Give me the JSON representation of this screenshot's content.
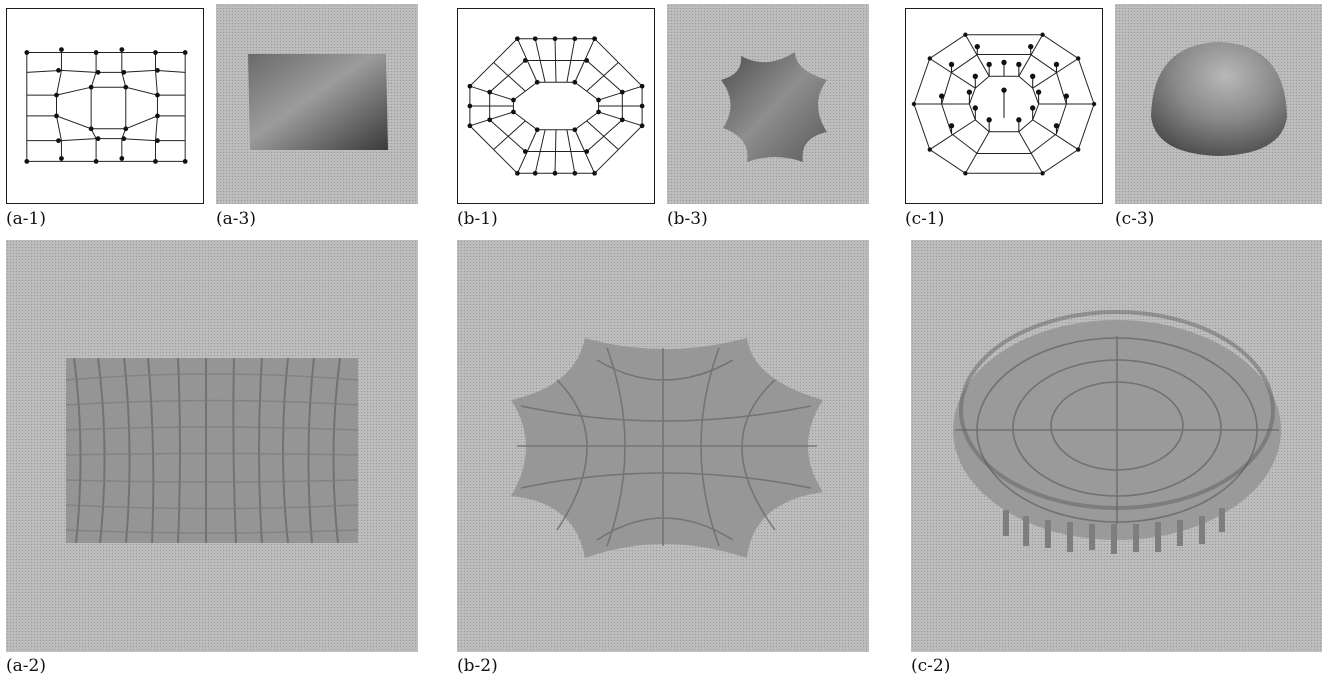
{
  "panels": {
    "a1": "(a-1)",
    "a2": "(a-2)",
    "a3": "(a-3)",
    "b1": "(b-1)",
    "b2": "(b-2)",
    "b3": "(b-3)",
    "c1": "(c-1)",
    "c2": "(c-2)",
    "c3": "(c-3)"
  }
}
